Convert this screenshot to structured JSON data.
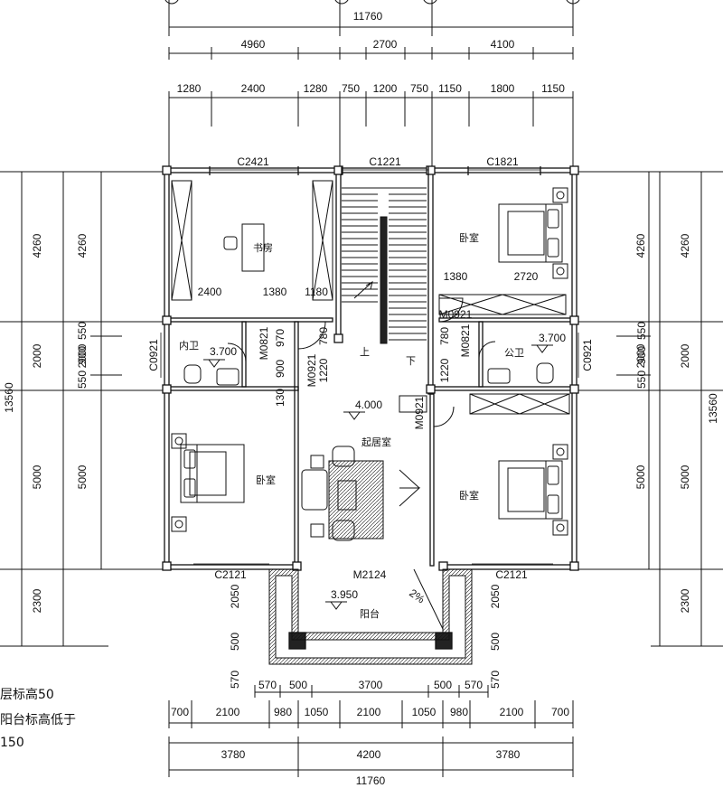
{
  "overall": {
    "top": "11760",
    "bottom": "11760",
    "left": "13560",
    "right": "13560"
  },
  "top_dims_1": [
    "4960",
    "2700",
    "4100"
  ],
  "top_dims_2": [
    "1280",
    "2400",
    "1280",
    "750",
    "1200",
    "750",
    "1150",
    "1800",
    "1150"
  ],
  "bottom_dims_1": [
    "570",
    "500",
    "3700",
    "500",
    "570"
  ],
  "bottom_dims_2": [
    "700",
    "2100",
    "980",
    "1050",
    "2100",
    "1050",
    "980",
    "2100",
    "700"
  ],
  "bottom_dims_3": [
    "3780",
    "4200",
    "3780"
  ],
  "left_dims": [
    "4260",
    "2000",
    "5000",
    "2300"
  ],
  "left_inner_dims": [
    "4260",
    "2000",
    "5000"
  ],
  "right_dims": [
    "4260",
    "2000",
    "5000",
    "2300"
  ],
  "right_inner_dims": [
    "4260",
    "2000",
    "5000"
  ],
  "side_small": [
    "550",
    "900",
    "550"
  ],
  "windows": {
    "study": "C2421",
    "stair": "C1221",
    "bed_ne": "C1821",
    "bath_w": "C0921",
    "bath_e": "C0921",
    "bed_sw": "C2121",
    "bed_se": "C2121"
  },
  "doors": {
    "balcony": "M2124",
    "bath_w": "M0821",
    "study": "M0921",
    "bath_e": "M0821",
    "bed_ne": "M0921",
    "bed_se": "M0921"
  },
  "rooms": {
    "study": "书房",
    "bed_ne": "卧室",
    "bed_sw": "卧室",
    "bed_se": "卧室",
    "bath_w": "内卫",
    "bath_e": "公卫",
    "living": "起居室",
    "balcony": "阳台",
    "stair_up": "上",
    "stair_down": "下"
  },
  "elevations": {
    "bath_w": "3.700",
    "bath_e": "3.700",
    "living": "4.000",
    "balcony": "3.950"
  },
  "slope": "2%",
  "interior_dims": {
    "study_a": "2400",
    "study_b": "1380",
    "study_c": "1180",
    "bed_ne_a": "1380",
    "bed_ne_b": "2720",
    "w_col_a": "970",
    "w_col_b": "900",
    "w_col_c": "1220",
    "w_col_d": "130",
    "w_col_e": "780",
    "e_col_a": "780",
    "e_col_b": "1220",
    "bal_l_a": "2050",
    "bal_l_b": "500",
    "bal_l_c": "570",
    "bal_r_a": "2050",
    "bal_r_b": "500",
    "bal_r_c": "570"
  },
  "notes": [
    "层标高50",
    "阳台标高低于",
    "150"
  ]
}
